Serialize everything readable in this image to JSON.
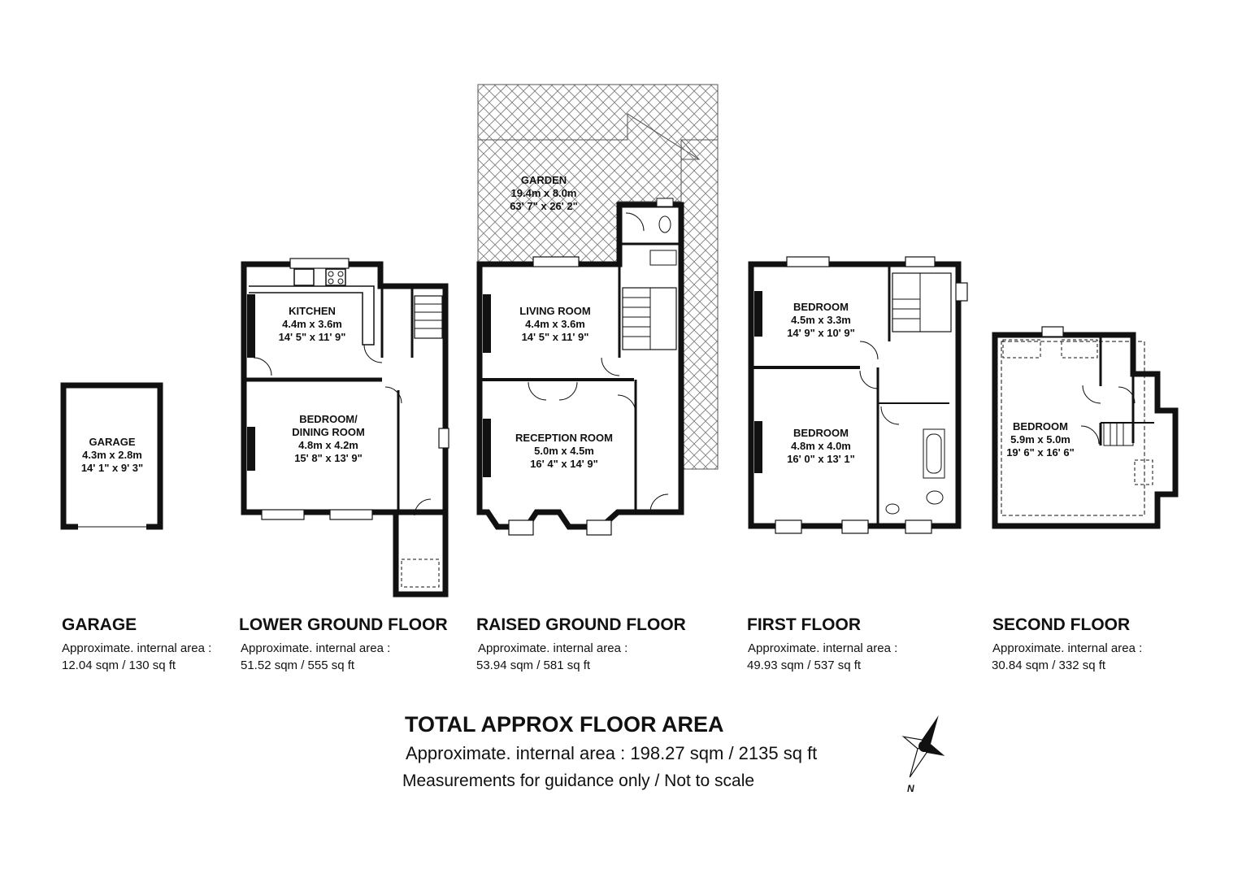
{
  "garage": {
    "room": {
      "name": "GARAGE",
      "metric": "4.3m x 2.8m",
      "imperial": "14' 1\" x 9' 3\""
    },
    "title": "GARAGE",
    "area_label": "Approximate. internal area :",
    "area_value": "12.04 sqm / 130 sq ft"
  },
  "lower_ground": {
    "kitchen": {
      "name": "KITCHEN",
      "metric": "4.4m x 3.6m",
      "imperial": "14' 5\" x 11' 9\""
    },
    "bedroom_dining": {
      "name_line1": "BEDROOM/",
      "name_line2": "DINING ROOM",
      "metric": "4.8m x 4.2m",
      "imperial": "15' 8\" x 13' 9\""
    },
    "title": "LOWER GROUND FLOOR",
    "area_label": "Approximate. internal area :",
    "area_value": "51.52 sqm / 555 sq ft"
  },
  "raised_ground": {
    "garden": {
      "name": "GARDEN",
      "metric": "19.4m x 8.0m",
      "imperial": "63' 7\" x 26' 2\""
    },
    "living": {
      "name": "LIVING ROOM",
      "metric": "4.4m x 3.6m",
      "imperial": "14' 5\" x 11' 9\""
    },
    "reception": {
      "name": "RECEPTION ROOM",
      "metric": "5.0m x 4.5m",
      "imperial": "16' 4\" x 14' 9\""
    },
    "title": "RAISED GROUND FLOOR",
    "area_label": "Approximate. internal area :",
    "area_value": "53.94 sqm / 581 sq ft"
  },
  "first": {
    "bedroom_rear": {
      "name": "BEDROOM",
      "metric": "4.5m x 3.3m",
      "imperial": "14' 9\" x 10' 9\""
    },
    "bedroom_front": {
      "name": "BEDROOM",
      "metric": "4.8m x 4.0m",
      "imperial": "16' 0\" x 13' 1\""
    },
    "title": "FIRST FLOOR",
    "area_label": "Approximate. internal area :",
    "area_value": "49.93 sqm / 537 sq ft"
  },
  "second": {
    "bedroom": {
      "name": "BEDROOM",
      "metric": "5.9m x 5.0m",
      "imperial": "19' 6\" x 16' 6\""
    },
    "title": "SECOND FLOOR",
    "area_label": "Approximate. internal area :",
    "area_value": "30.84 sqm / 332 sq ft"
  },
  "total": {
    "title": "TOTAL APPROX FLOOR AREA",
    "area": "Approximate. internal area : 198.27 sqm / 2135 sq ft",
    "note": "Measurements for guidance only / Not to scale"
  },
  "compass": {
    "label": "N"
  }
}
